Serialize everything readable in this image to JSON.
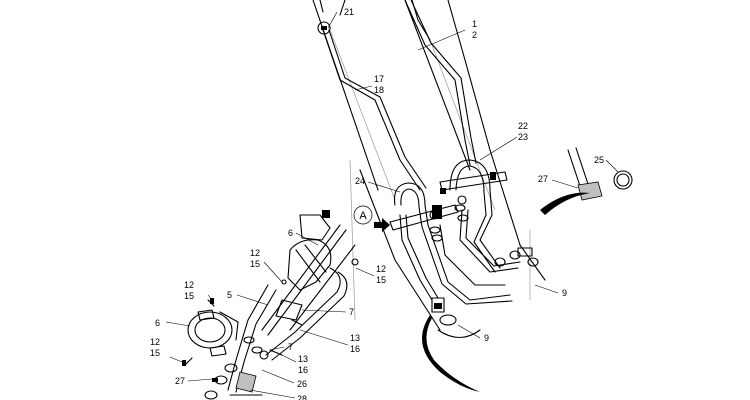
{
  "diagram": {
    "view_marker": "A",
    "callouts": [
      {
        "id": "c21",
        "text": "21"
      },
      {
        "id": "c1",
        "text": "1"
      },
      {
        "id": "c2",
        "text": "2"
      },
      {
        "id": "c17",
        "text": "17"
      },
      {
        "id": "c18",
        "text": "18"
      },
      {
        "id": "c22",
        "text": "22"
      },
      {
        "id": "c23",
        "text": "23"
      },
      {
        "id": "c25",
        "text": "25"
      },
      {
        "id": "c27a",
        "text": "27"
      },
      {
        "id": "c24",
        "text": "24"
      },
      {
        "id": "c9a",
        "text": "9"
      },
      {
        "id": "c9b",
        "text": "9"
      },
      {
        "id": "c6a",
        "text": "6"
      },
      {
        "id": "c12a",
        "text": "12"
      },
      {
        "id": "c15a",
        "text": "15"
      },
      {
        "id": "c12b",
        "text": "12"
      },
      {
        "id": "c15b",
        "text": "15"
      },
      {
        "id": "c12c",
        "text": "12"
      },
      {
        "id": "c15c",
        "text": "15"
      },
      {
        "id": "c5",
        "text": "5"
      },
      {
        "id": "c6b",
        "text": "6"
      },
      {
        "id": "c7a",
        "text": "7"
      },
      {
        "id": "c13a",
        "text": "13"
      },
      {
        "id": "c16a",
        "text": "16"
      },
      {
        "id": "c12d",
        "text": "12"
      },
      {
        "id": "c15d",
        "text": "15"
      },
      {
        "id": "c7b",
        "text": "7"
      },
      {
        "id": "c13b",
        "text": "13"
      },
      {
        "id": "c16b",
        "text": "16"
      },
      {
        "id": "c27b",
        "text": "27"
      },
      {
        "id": "c26",
        "text": "26"
      },
      {
        "id": "c28",
        "text": "28"
      }
    ]
  }
}
